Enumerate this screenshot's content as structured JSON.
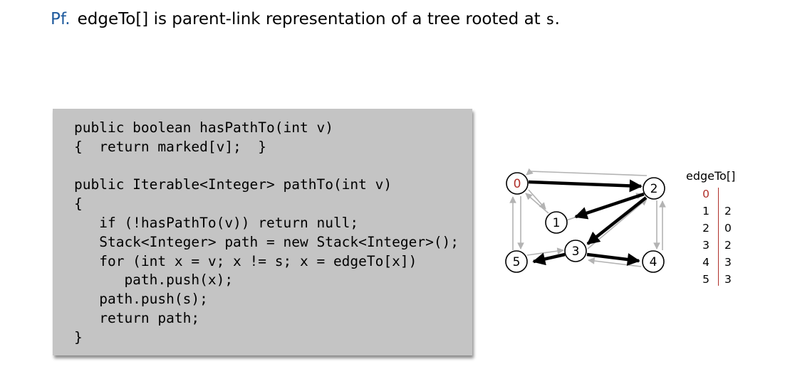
{
  "heading": {
    "pf": "Pf.",
    "text_before": "edgeTo[] is parent-link representation of a tree rooted at ",
    "s": "s",
    "text_after": "."
  },
  "code_lines": [
    "public boolean hasPathTo(int v)",
    "{  return marked[v];  }",
    "",
    "public Iterable<Integer> pathTo(int v)",
    "{",
    "   if (!hasPathTo(v)) return null;",
    "   Stack<Integer> path = new Stack<Integer>();",
    "   for (int x = v; x != s; x = edgeTo[x])",
    "      path.push(x);",
    "   path.push(s);",
    "   return path;",
    "}"
  ],
  "graph": {
    "source_color": "#b0302a",
    "tree_edge_color": "#000000",
    "graph_edge_color": "#b3b3b3",
    "nodes": [
      {
        "id": "0",
        "label": "0",
        "is_source": true
      },
      {
        "id": "1",
        "label": "1"
      },
      {
        "id": "2",
        "label": "2"
      },
      {
        "id": "3",
        "label": "3"
      },
      {
        "id": "4",
        "label": "4"
      },
      {
        "id": "5",
        "label": "5"
      }
    ],
    "tree_edges": [
      [
        "0",
        "2"
      ],
      [
        "2",
        "1"
      ],
      [
        "2",
        "3"
      ],
      [
        "3",
        "4"
      ],
      [
        "3",
        "5"
      ]
    ]
  },
  "edgeto_table": {
    "title": "edgeTo[]",
    "rows": [
      {
        "index": "0",
        "value": ""
      },
      {
        "index": "1",
        "value": "2"
      },
      {
        "index": "2",
        "value": "0"
      },
      {
        "index": "3",
        "value": "2"
      },
      {
        "index": "4",
        "value": "3"
      },
      {
        "index": "5",
        "value": "3"
      }
    ]
  }
}
